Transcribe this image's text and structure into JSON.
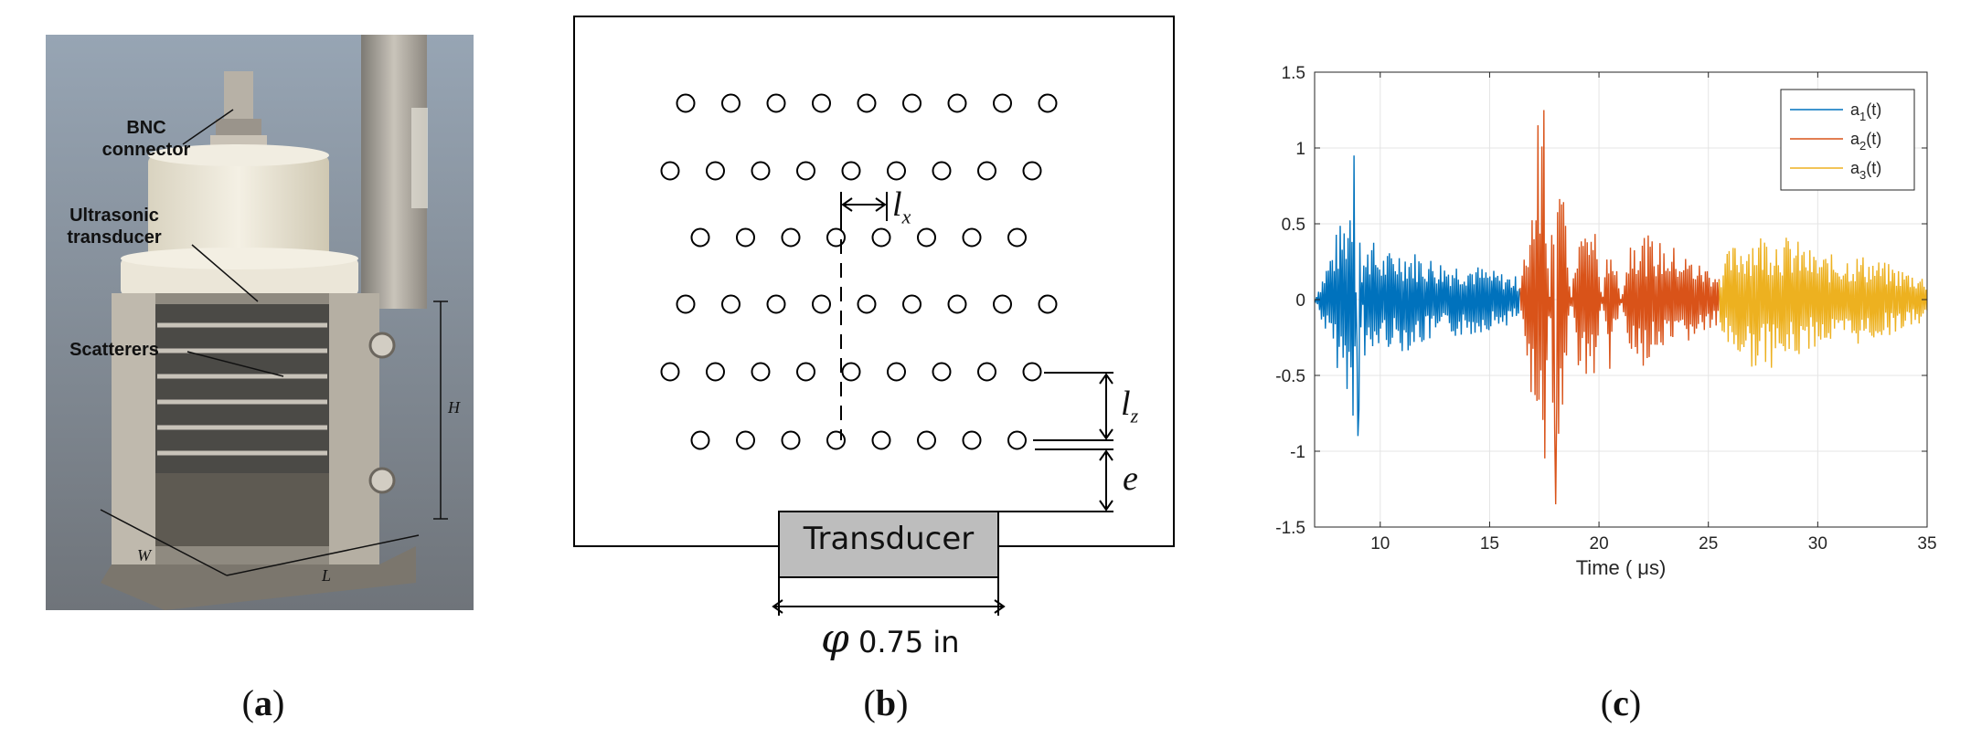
{
  "panel_a": {
    "caption": "a",
    "labels": {
      "bnc": [
        "BNC",
        "connector"
      ],
      "transducer": [
        "Ultrasonic",
        "transducer"
      ],
      "scatterers": "Scatterers",
      "h": "H",
      "w": "W",
      "l": "L"
    },
    "colors": {
      "background": "#8f9aa6",
      "metal": "#a7a29a",
      "cap": "#ece8dc"
    }
  },
  "panel_b": {
    "caption": "b",
    "transducer_label": "Transducer",
    "diameter_label": "0.75 in",
    "phi_symbol": "φ",
    "lx_label": "l",
    "lx_sub": "x",
    "lz_label": "l",
    "lz_sub": "z",
    "e_label": "e",
    "rows": [
      9,
      9,
      8,
      9,
      9,
      8
    ],
    "colors": {
      "transducer_fill": "#bdbdbd"
    }
  },
  "panel_c": {
    "caption": "c"
  },
  "chart_data": {
    "type": "line",
    "xlabel": "Time ( μs)",
    "ylabel": "",
    "xlim": [
      7,
      35
    ],
    "ylim": [
      -1.5,
      1.5
    ],
    "xticks": [
      "10",
      "15",
      "20",
      "25",
      "30",
      "35"
    ],
    "yticks": [
      "1.5",
      "1",
      "0.5",
      "0",
      "-0.5",
      "-1",
      "-1.5"
    ],
    "grid": true,
    "legend_position": "top-right",
    "series": [
      {
        "name": "a1(t)",
        "legend_main": "a",
        "legend_sub": "1",
        "legend_tail": "(t)",
        "color": "#0072BD",
        "x": [
          7.0,
          8.0,
          8.5,
          8.8,
          9.0,
          9.3,
          10.0,
          11.0,
          12.0,
          13.0,
          14.0,
          15.0,
          16.4
        ],
        "y": [
          0.0,
          0.45,
          0.6,
          0.95,
          -0.9,
          0.5,
          0.3,
          0.35,
          0.3,
          0.25,
          0.25,
          0.2,
          0.15
        ]
      },
      {
        "name": "a2(t)",
        "legend_main": "a",
        "legend_sub": "2",
        "legend_tail": "(t)",
        "color": "#D95319",
        "x": [
          16.4,
          16.8,
          17.2,
          17.5,
          18.0,
          19.0,
          19.8,
          20.5,
          21.5,
          22.5,
          23.5,
          24.5,
          25.5
        ],
        "y": [
          0.1,
          0.5,
          1.15,
          1.25,
          -1.35,
          0.45,
          0.55,
          -0.5,
          0.5,
          0.4,
          0.35,
          0.25,
          0.2
        ]
      },
      {
        "name": "a3(t)",
        "legend_main": "a",
        "legend_sub": "3",
        "legend_tail": "(t)",
        "color": "#EDB120",
        "x": [
          25.5,
          26.0,
          27.0,
          28.0,
          29.0,
          30.0,
          31.0,
          32.0,
          33.0,
          34.0,
          35.0
        ],
        "y": [
          0.2,
          0.35,
          0.45,
          0.45,
          0.4,
          0.3,
          0.3,
          0.3,
          0.25,
          0.2,
          0.15
        ]
      }
    ]
  }
}
